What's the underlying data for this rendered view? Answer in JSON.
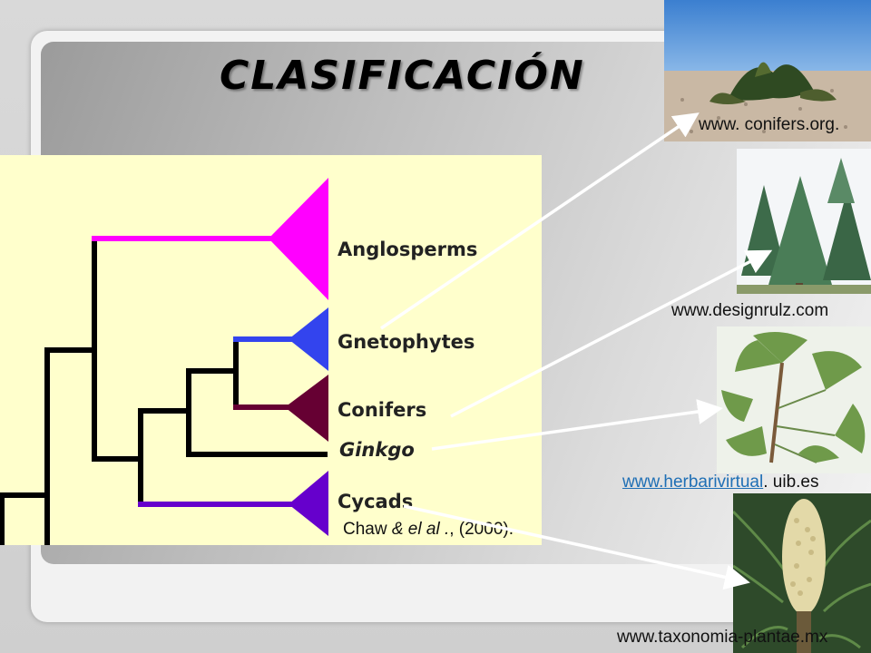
{
  "slide": {
    "title": "CLASIFICACIÓN"
  },
  "tree": {
    "taxa": [
      {
        "label": "Anglosperms",
        "color": "#ff00ff",
        "italic": false
      },
      {
        "label": "Gnetophytes",
        "color": "#3344ee",
        "italic": false
      },
      {
        "label": "Conifers",
        "color": "#660033",
        "italic": false
      },
      {
        "label": "Ginkgo",
        "color": "#000000",
        "italic": true
      },
      {
        "label": "Cycads",
        "color": "#6600cc",
        "italic": false
      }
    ],
    "citation": {
      "authors": "Chaw",
      "et_al": "& el al .",
      "year": ", (2000)."
    }
  },
  "photos": [
    {
      "name": "welwitschia-photo",
      "credit": "www. conifers.org."
    },
    {
      "name": "fir-trees-photo",
      "credit": "www.designrulz.com"
    },
    {
      "name": "ginkgo-leaves-photo",
      "credit_link": "www.herbarivirtual",
      "credit_rest": ". uib.es"
    },
    {
      "name": "cycad-cone-photo",
      "credit": "www.taxonomia-plantae.mx"
    }
  ],
  "colors": {
    "panel_bg": "#ffffcc",
    "arrow": "#ffffff",
    "link": "#1f6fb5"
  }
}
